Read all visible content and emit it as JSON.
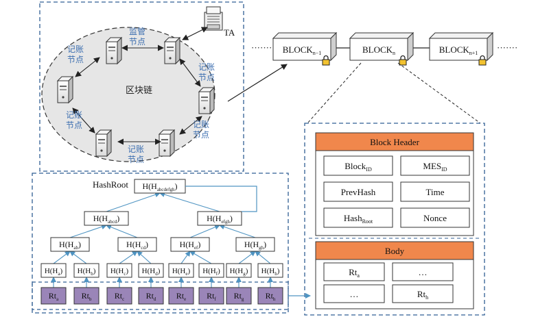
{
  "blockchain": {
    "title": "区块链",
    "ta_label": "TA",
    "supervise_node": [
      "监管",
      "节点"
    ],
    "record_node": [
      "记账",
      "节点"
    ],
    "record_nodes_count": 5
  },
  "chain": {
    "ellipsis": "·······",
    "blocks": [
      {
        "base": "BLOCK",
        "sub": "n−1"
      },
      {
        "base": "BLOCK",
        "sub": "n"
      },
      {
        "base": "BLOCK",
        "sub": "n+1"
      }
    ]
  },
  "block_detail": {
    "header_title": "Block Header",
    "header_fields": [
      {
        "base": "Block",
        "sub": "ID"
      },
      {
        "base": "MES",
        "sub": "ID"
      },
      {
        "base": "PrevHash",
        "sub": ""
      },
      {
        "base": "Time",
        "sub": ""
      },
      {
        "base": "Hash",
        "sub": "Root"
      },
      {
        "base": "Nonce",
        "sub": ""
      }
    ],
    "body_title": "Body",
    "body_fields": [
      {
        "base": "Rt",
        "sub": "a"
      },
      {
        "base": "…",
        "sub": ""
      },
      {
        "base": "…",
        "sub": ""
      },
      {
        "base": "Rt",
        "sub": "h"
      }
    ]
  },
  "merkle": {
    "root_caption": "HashRoot",
    "root": {
      "base": "H(H",
      "sub": "abcdefgh",
      "tail": ")"
    },
    "level2": [
      {
        "base": "H(H",
        "sub": "abcd",
        "tail": ")"
      },
      {
        "base": "H(H",
        "sub": "efgh",
        "tail": ")"
      }
    ],
    "level3": [
      {
        "base": "H(H",
        "sub": "ab",
        "tail": ")"
      },
      {
        "base": "H(H",
        "sub": "cd",
        "tail": ")"
      },
      {
        "base": "H(H",
        "sub": "ef",
        "tail": ")"
      },
      {
        "base": "H(H",
        "sub": "gh",
        "tail": ")"
      }
    ],
    "level4": [
      {
        "base": "H(H",
        "sub": "a",
        "tail": ")"
      },
      {
        "base": "H(H",
        "sub": "b",
        "tail": ")"
      },
      {
        "base": "H(H",
        "sub": "c",
        "tail": ")"
      },
      {
        "base": "H(H",
        "sub": "d",
        "tail": ")"
      },
      {
        "base": "H(H",
        "sub": "e",
        "tail": ")"
      },
      {
        "base": "H(H",
        "sub": "f",
        "tail": ")"
      },
      {
        "base": "H(H",
        "sub": "g",
        "tail": ")"
      },
      {
        "base": "H(H",
        "sub": "h",
        "tail": ")"
      }
    ],
    "leaves": [
      {
        "base": "Rt",
        "sub": "a"
      },
      {
        "base": "Rt",
        "sub": "b"
      },
      {
        "base": "Rt",
        "sub": "c"
      },
      {
        "base": "Rt",
        "sub": "d"
      },
      {
        "base": "Rt",
        "sub": "e"
      },
      {
        "base": "Rt",
        "sub": "f"
      },
      {
        "base": "Rt",
        "sub": "g"
      },
      {
        "base": "Rt",
        "sub": "h"
      }
    ]
  },
  "colors": {
    "frame": "#2f5d93",
    "arrow": "#4f94c2",
    "header_fill": "#f0874c",
    "leaf_fill": "#9a85b8",
    "ellipse_fill": "#e6e6e6",
    "cn_text": "#3d6fb0"
  }
}
